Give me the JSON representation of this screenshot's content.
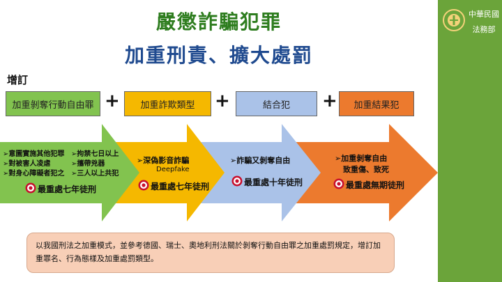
{
  "title_line1": "嚴懲詐騙犯罪",
  "title_line2": "加重刑責、擴大處罰",
  "org_line1": "中華民國",
  "org_line2": "法務部",
  "section_label": "增訂",
  "boxes": [
    "加重剝奪行動自由罪",
    "加重詐欺類型",
    "結合犯",
    "加重結果犯"
  ],
  "plus": "+",
  "arrow1": {
    "left_items": [
      "➢意圖實施其他犯罪",
      "➢對被害人凌虐",
      "➢對身心障礙者犯之"
    ],
    "right_items": [
      "➢拘禁七日以上",
      "➢攜帶兇器",
      "➢三人以上共犯"
    ],
    "penalty": "最重處七年徒刑"
  },
  "arrow2": {
    "item": "➢深偽影音詐騙",
    "sub": "Deepfake",
    "penalty": "最重處七年徒刑"
  },
  "arrow3": {
    "item": "➢詐騙又剝奪自由",
    "penalty": "最重處十年徒刑"
  },
  "arrow4": {
    "item1": "➢加重剝奪自由",
    "item2": "致重傷、致死",
    "penalty": "最重處無期徒刑"
  },
  "note": "以我國刑法之加重模式，並參考德國、瑞士、奧地利刑法關於剝奪行動自由罪之加重處罰規定，增訂加重罪名、行為態樣及加重處罰類型。",
  "colors": {
    "green": "#82c34f",
    "yellow": "#f5b800",
    "blue": "#aac2e8",
    "orange": "#ec7a2e",
    "sidebar": "#6ba43a"
  }
}
